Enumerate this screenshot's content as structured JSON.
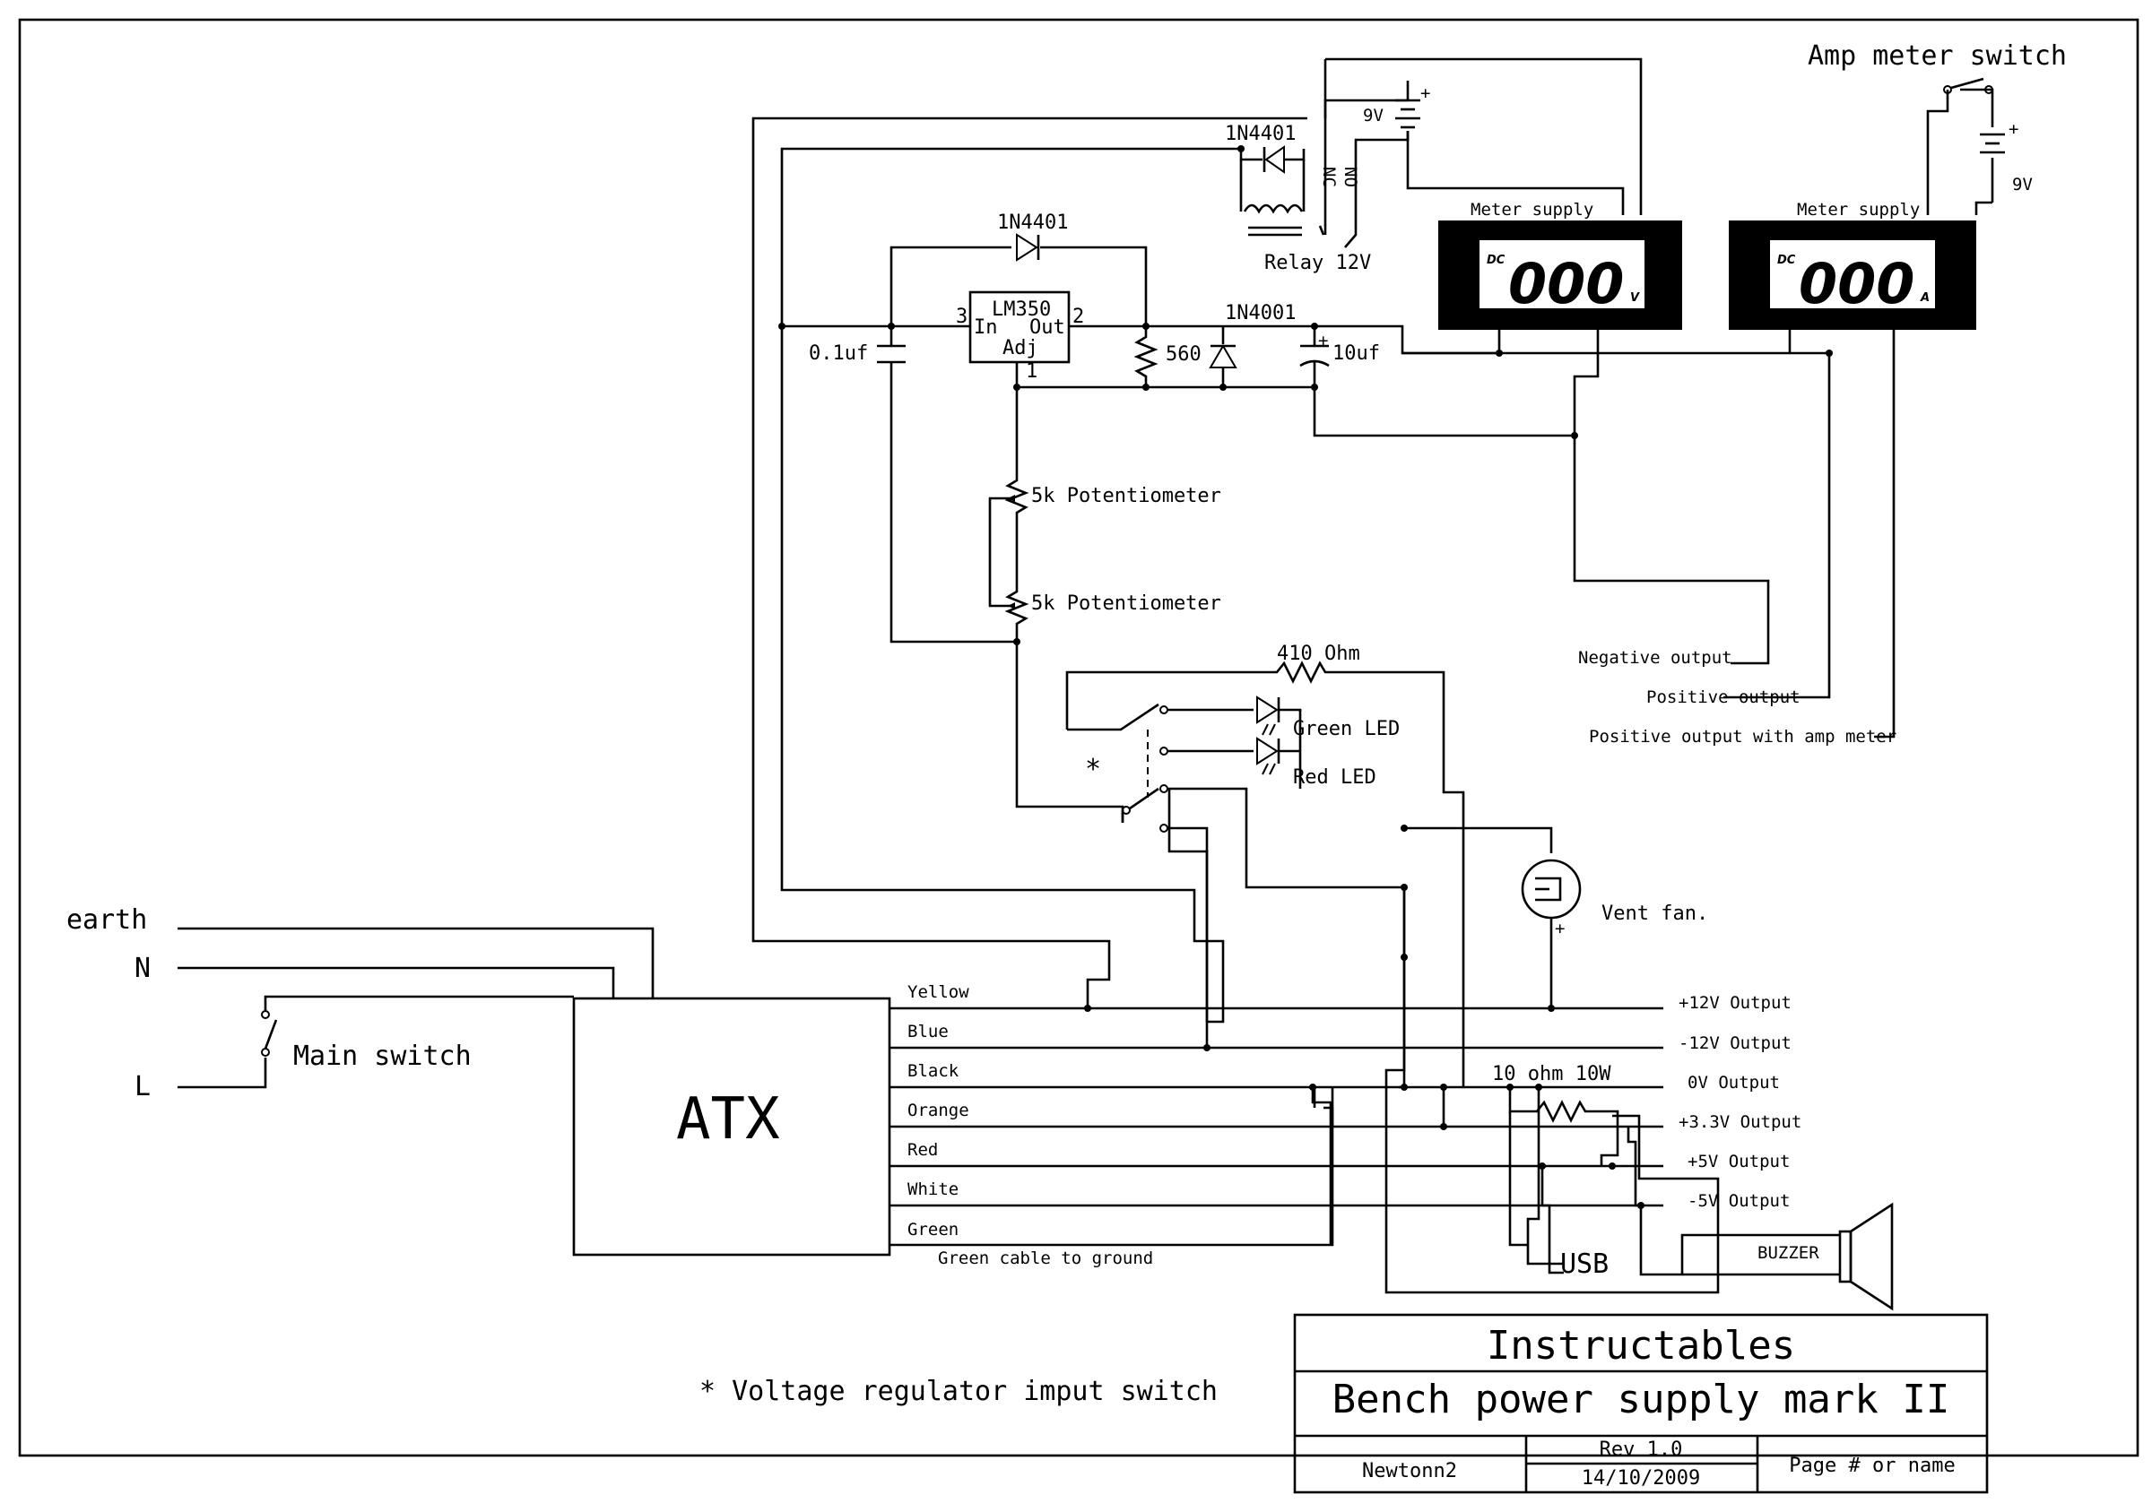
{
  "title_block": {
    "company": "Instructables",
    "title": "Bench power supply mark II",
    "author": "Newtonn2",
    "revision": "Rev 1.0",
    "date": "14/10/2009",
    "page": "Page # or name"
  },
  "note": "* Voltage regulator imput switch",
  "mains": {
    "earth": "earth",
    "neutral": "N",
    "live": "L",
    "switch": "Main switch"
  },
  "atx": {
    "label": "ATX",
    "wires": [
      "Yellow",
      "Blue",
      "Black",
      "Orange",
      "Red",
      "White",
      "Green"
    ],
    "green_note": "Green cable to ground"
  },
  "outputs": [
    "+12V Output",
    "-12V Output",
    "0V Output",
    "+3.3V Output",
    "+5V Output",
    "-5V Output"
  ],
  "regulator": {
    "chip": "LM350",
    "pin_in": "In",
    "pin_out": "Out",
    "pin_adj": "Adj",
    "pin3": "3",
    "pin2": "2",
    "pin1": "1",
    "diode_top": "1N4401",
    "diode_relay": "1N4401",
    "diode_out": "1N4001",
    "cap_in": "0.1uf",
    "cap_out": "10uf",
    "resistor": "560",
    "pot1": "5k Potentiometer",
    "pot2": "5k Potentiometer"
  },
  "relay": {
    "label": "Relay 12V",
    "nc": "NC",
    "no": "NO",
    "battery": "9V"
  },
  "meters": {
    "volt": {
      "caption": "Meter supply",
      "dc": "DC",
      "reading": "000",
      "unit": "V"
    },
    "amp": {
      "caption": "Meter supply",
      "dc": "DC",
      "reading": "000",
      "unit": "A"
    },
    "amp_switch": "Amp meter switch",
    "battery": "9V",
    "plus": "+"
  },
  "leds": {
    "resistor": "410 Ohm",
    "green": "Green LED",
    "red": "Red LED",
    "switch_mark": "*"
  },
  "fan": {
    "label": "Vent fan.",
    "plus": "+"
  },
  "misc": {
    "usb": "USB",
    "buzzer": "BUZZER",
    "resistor_10": "10 ohm 10W"
  },
  "terminals": {
    "negative": "Negative output",
    "positive": "Positive output",
    "positive_amp": "Positive output with amp meter"
  }
}
